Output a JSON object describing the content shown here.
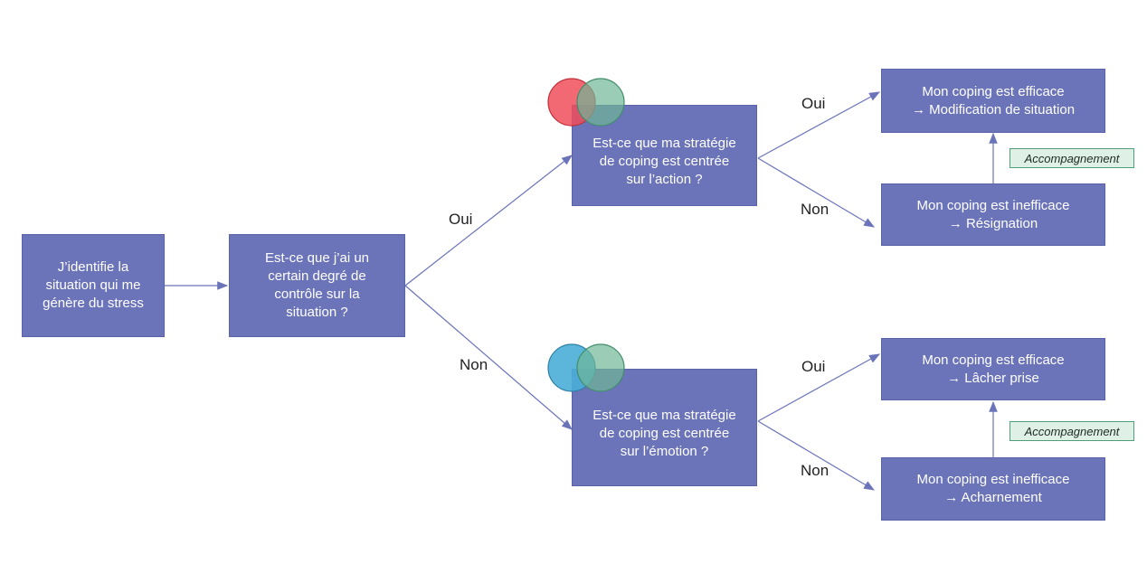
{
  "nodes": {
    "identify": "J’identifie la\nsituation qui me\ngénère du stress",
    "control": "Est-ce que j’ai un\ncertain degré de\ncontrôle sur la\nsituation ?",
    "action": "Est-ce que ma stratégie\nde coping est centrée\nsur l’action ?",
    "emotion": "Est-ce que ma stratégie\nde coping est centrée\nsur l’émotion ?",
    "action_yes": "Mon coping est efficace\n→ Modification de situation",
    "action_no": "Mon coping est inefficace\n→ Résignation",
    "emotion_yes": "Mon coping est efficace\n→ Lâcher prise",
    "emotion_no": "Mon coping est inefficace\n→ Acharnement"
  },
  "edge_labels": {
    "control_yes": "Oui",
    "control_no": "Non",
    "action_yes": "Oui",
    "action_no": "Non",
    "emotion_yes": "Oui",
    "emotion_no": "Non"
  },
  "tags": {
    "action_support": "Accompagnement",
    "emotion_support": "Accompagnement"
  },
  "colors": {
    "box_fill": "#6b74b9",
    "connector": "#6b74b9",
    "circle_red": "#f04e5a",
    "circle_green": "#6fb797",
    "circle_blue": "#4aaed8",
    "tag_fill": "#dff0e6",
    "tag_border": "#4f9e78"
  }
}
